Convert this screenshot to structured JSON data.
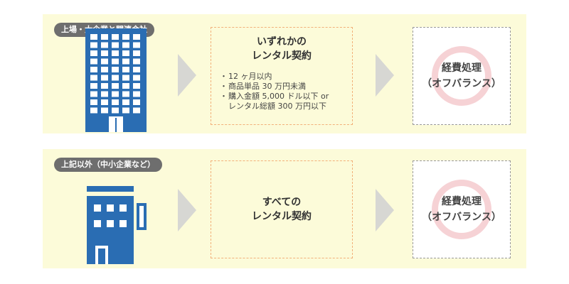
{
  "row_listed": {
    "tag": "上場・大企業と関連会社",
    "box_title_line1": "いずれかの",
    "box_title_line2": "レンタル契約",
    "conditions": [
      "12 ヶ月以内",
      "商品単品 30 万円未満",
      "購入金額 5,000 ドル以下 or\nレンタル総額 300 万円以下"
    ],
    "result_line1": "経費処理",
    "result_line2": "（オフバランス）"
  },
  "row_other": {
    "tag": "上記以外（中小企業など）",
    "box_title_line1": "すべての",
    "box_title_line2": "レンタル契約",
    "result_line1": "経費処理",
    "result_line2": "（オフバランス）"
  },
  "colors": {
    "panel_bg": "#fcfbd9",
    "building_blue": "#2a6db3",
    "tag_bg": "#6e6e6e",
    "dash_orange": "#f2b079",
    "circle_pink": "#f6d2d5",
    "arrow_gray": "#d7d7d3"
  }
}
